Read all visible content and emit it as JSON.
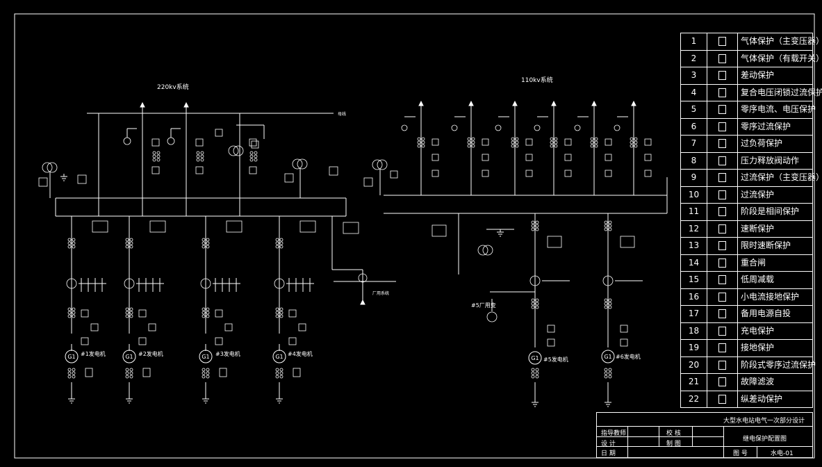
{
  "diagram": {
    "section_labels": {
      "left_system": "220kv系统",
      "right_system": "110kv系统",
      "plant_power": "厂用系统",
      "bus_label": "母线",
      "plant_transformer": "#5厂用变"
    },
    "generators": [
      {
        "symbol": "G1",
        "label": "#1发电机"
      },
      {
        "symbol": "G1",
        "label": "#2发电机"
      },
      {
        "symbol": "G1",
        "label": "#3发电机"
      },
      {
        "symbol": "G1",
        "label": "#4发电机"
      },
      {
        "symbol": "G1",
        "label": "#5发电机"
      },
      {
        "symbol": "G1",
        "label": "#6发电机"
      }
    ]
  },
  "legend": [
    {
      "num": "1",
      "text": "气体保护（主变压器）"
    },
    {
      "num": "2",
      "text": "气体保护（有载开关）"
    },
    {
      "num": "3",
      "text": "差动保护"
    },
    {
      "num": "4",
      "text": "复合电压闭锁过流保护"
    },
    {
      "num": "5",
      "text": "零序电流、电压保护"
    },
    {
      "num": "6",
      "text": "零序过流保护"
    },
    {
      "num": "7",
      "text": "过负荷保护"
    },
    {
      "num": "8",
      "text": "压力释放阀动作"
    },
    {
      "num": "9",
      "text": "过流保护（主变压器）"
    },
    {
      "num": "10",
      "text": "过流保护"
    },
    {
      "num": "11",
      "text": "阶段是相间保护"
    },
    {
      "num": "12",
      "text": "速断保护"
    },
    {
      "num": "13",
      "text": "限时速断保护"
    },
    {
      "num": "14",
      "text": "重合闸"
    },
    {
      "num": "15",
      "text": "低周减载"
    },
    {
      "num": "16",
      "text": "小电流接地保护"
    },
    {
      "num": "17",
      "text": "备用电源自投"
    },
    {
      "num": "18",
      "text": "充电保护"
    },
    {
      "num": "19",
      "text": "接地保护"
    },
    {
      "num": "20",
      "text": "阶段式零序过流保护"
    },
    {
      "num": "21",
      "text": "故障滤波"
    },
    {
      "num": "22",
      "text": "纵差动保护"
    }
  ],
  "title_block": {
    "project": "大型水电站电气一次部分设计",
    "drawing_title": "继电保护配置图",
    "advisor": "指导教师",
    "design": "设  计",
    "date": "日  期",
    "check": "校  核",
    "draw": "制  图",
    "drawing_no_label": "图  号",
    "drawing_no": "水电-01"
  }
}
